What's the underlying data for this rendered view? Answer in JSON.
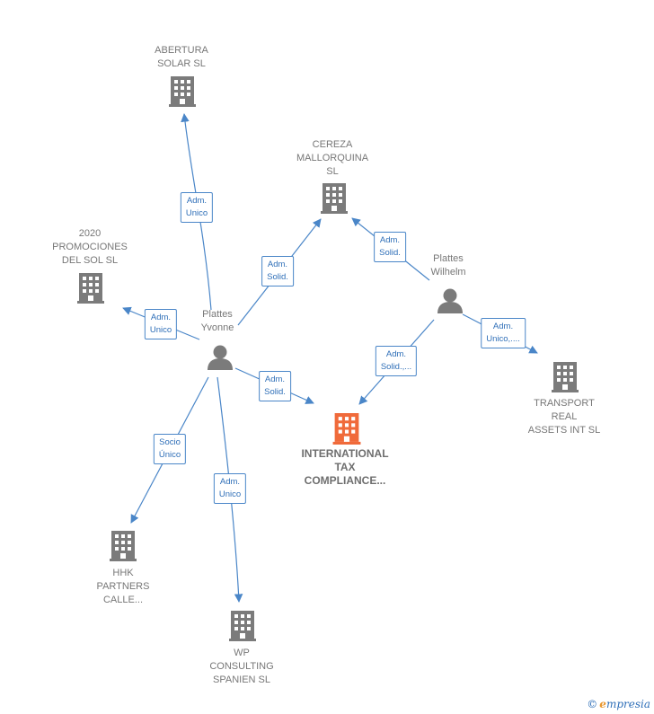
{
  "colors": {
    "edge": "#4a86c8",
    "node": "#7b7b7b",
    "main_node": "#f06a3a"
  },
  "nodes": {
    "abertura": {
      "line1": "ABERTURA",
      "line2": "SOLAR  SL",
      "kind": "company"
    },
    "cereza": {
      "line1": "CEREZA",
      "line2": "MALLORQUINA",
      "line3": "SL",
      "kind": "company"
    },
    "promociones": {
      "line1": "2020",
      "line2": "PROMOCIONES",
      "line3": "DEL SOL SL",
      "kind": "company"
    },
    "yvonne": {
      "line1": "Plattes",
      "line2": "Yvonne",
      "kind": "person"
    },
    "wilhelm": {
      "line1": "Plattes",
      "line2": "Wilhelm",
      "kind": "person"
    },
    "transport": {
      "line1": "TRANSPORT",
      "line2": "REAL",
      "line3": "ASSETS INT SL",
      "kind": "company"
    },
    "international": {
      "line1": "INTERNATIONAL",
      "line2": "TAX",
      "line3": "COMPLIANCE...",
      "kind": "main-company"
    },
    "hhk": {
      "line1": "HHK",
      "line2": "PARTNERS",
      "line3": "CALLE...",
      "kind": "company"
    },
    "wp": {
      "line1": "WP",
      "line2": "CONSULTING",
      "line3": "SPANIEN  SL",
      "kind": "company"
    }
  },
  "edges": {
    "yvonne_abertura": {
      "line1": "Adm.",
      "line2": "Unico"
    },
    "yvonne_cereza": {
      "line1": "Adm.",
      "line2": "Solid."
    },
    "wilhelm_cereza": {
      "line1": "Adm.",
      "line2": "Solid."
    },
    "yvonne_promociones": {
      "line1": "Adm.",
      "line2": "Unico"
    },
    "wilhelm_transport": {
      "line1": "Adm.",
      "line2": "Unico,...."
    },
    "wilhelm_international": {
      "line1": "Adm.",
      "line2": "Solid.,..."
    },
    "yvonne_international": {
      "line1": "Adm.",
      "line2": "Solid."
    },
    "yvonne_hhk": {
      "line1": "Socio",
      "line2": "Único"
    },
    "yvonne_wp": {
      "line1": "Adm.",
      "line2": "Unico"
    }
  },
  "footer": {
    "copyright": "©",
    "brand_initial": "e",
    "brand_rest": "mpresia"
  }
}
